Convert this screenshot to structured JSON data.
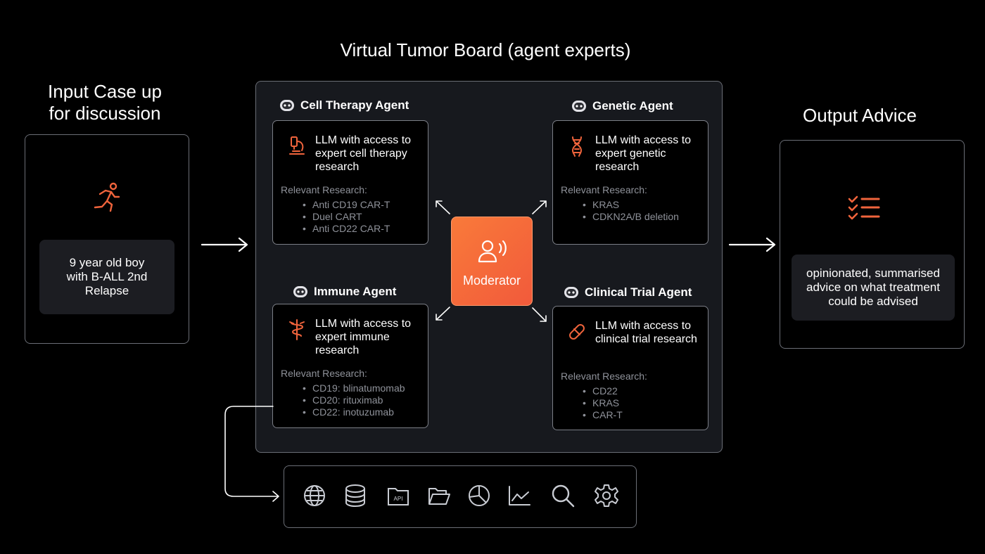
{
  "title": "Virtual Tumor Board (agent experts)",
  "input": {
    "heading_line1": "Input Case up",
    "heading_line2": "for discussion",
    "icon": "running-person-icon",
    "case_line1": "9 year old boy",
    "case_line2": "with B-ALL 2nd",
    "case_line3": "Relapse"
  },
  "output": {
    "heading": "Output Advice",
    "icon": "checklist-icon",
    "advice_line1": "opinionated, summarised",
    "advice_line2": "advice on what treatment",
    "advice_line3": "could be advised"
  },
  "moderator": {
    "label": "Moderator",
    "icon": "speaking-person-icon"
  },
  "agents": [
    {
      "name": "Cell Therapy Agent",
      "icon": "microscope-icon",
      "desc_lines": [
        "LLM with access to",
        "expert cell therapy",
        "research"
      ],
      "research_label": "Relevant Research:",
      "research": [
        "Anti CD19 CAR-T",
        "Duel CART",
        "Anti CD22 CAR-T"
      ]
    },
    {
      "name": "Genetic Agent",
      "icon": "dna-icon",
      "desc_lines": [
        "LLM with access to",
        "expert genetic",
        "research"
      ],
      "research_label": "Relevant Research:",
      "research": [
        "KRAS",
        "CDKN2A/B deletion"
      ]
    },
    {
      "name": "Immune Agent",
      "icon": "caduceus-icon",
      "desc_lines": [
        "LLM with access to",
        "expert immune",
        "research"
      ],
      "research_label": "Relevant Research:",
      "research": [
        "CD19: blinatumomab",
        "CD20: rituximab",
        "CD22: inotuzumab"
      ]
    },
    {
      "name": "Clinical Trial Agent",
      "icon": "pill-icon",
      "desc_lines": [
        "LLM with access to",
        "clinical trial research"
      ],
      "research_label": "Relevant Research:",
      "research": [
        "CD22",
        "KRAS",
        "CAR-T"
      ]
    }
  ],
  "tools": [
    "globe-icon",
    "database-icon",
    "api-folder-icon",
    "folder-open-icon",
    "pie-chart-icon",
    "line-chart-icon",
    "search-icon",
    "gear-icon"
  ],
  "tools_api_text": "API",
  "colors": {
    "accent": "#f0643c",
    "background": "#000000",
    "board": "#17191e",
    "border": "#6b6e76",
    "muted_text": "#8f929a"
  }
}
